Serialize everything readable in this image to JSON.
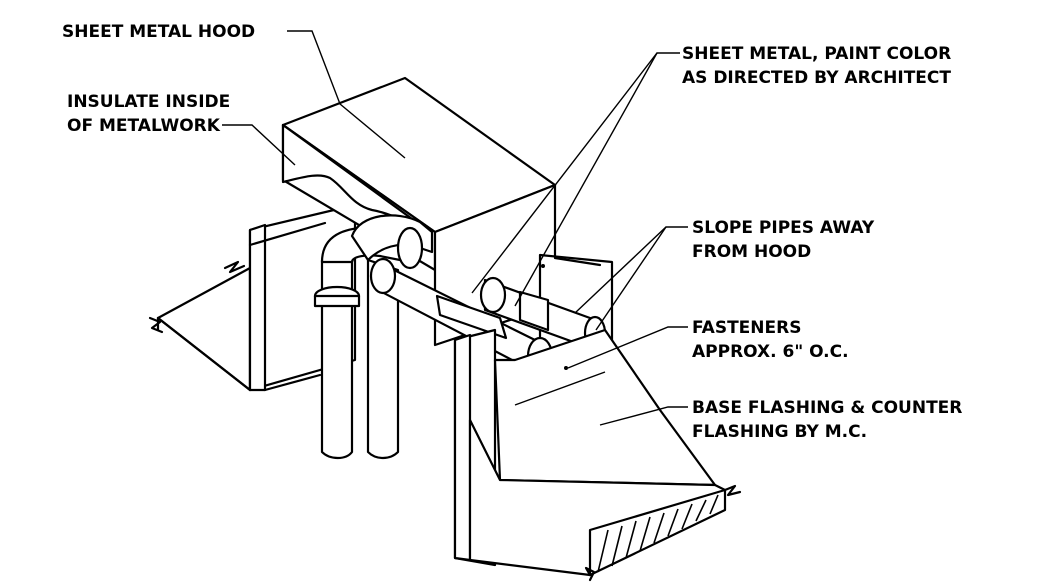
{
  "diagram": {
    "labels": {
      "hood": "SHEET METAL HOOD",
      "insulate_line1": "INSULATE INSIDE",
      "insulate_line2": "OF METALWORK",
      "sheet_metal_line1": "SHEET METAL, PAINT COLOR",
      "sheet_metal_line2": "AS DIRECTED BY ARCHITECT",
      "slope_line1": "SLOPE PIPES AWAY",
      "slope_line2": "FROM HOOD",
      "fasteners_line1": "FASTENERS",
      "fasteners_line2": "APPROX. 6\" O.C.",
      "flashing_line1": "BASE FLASHING & COUNTER",
      "flashing_line2": "FLASHING BY M.C."
    },
    "colors": {
      "ink": "#000000",
      "paper": "#ffffff"
    }
  }
}
